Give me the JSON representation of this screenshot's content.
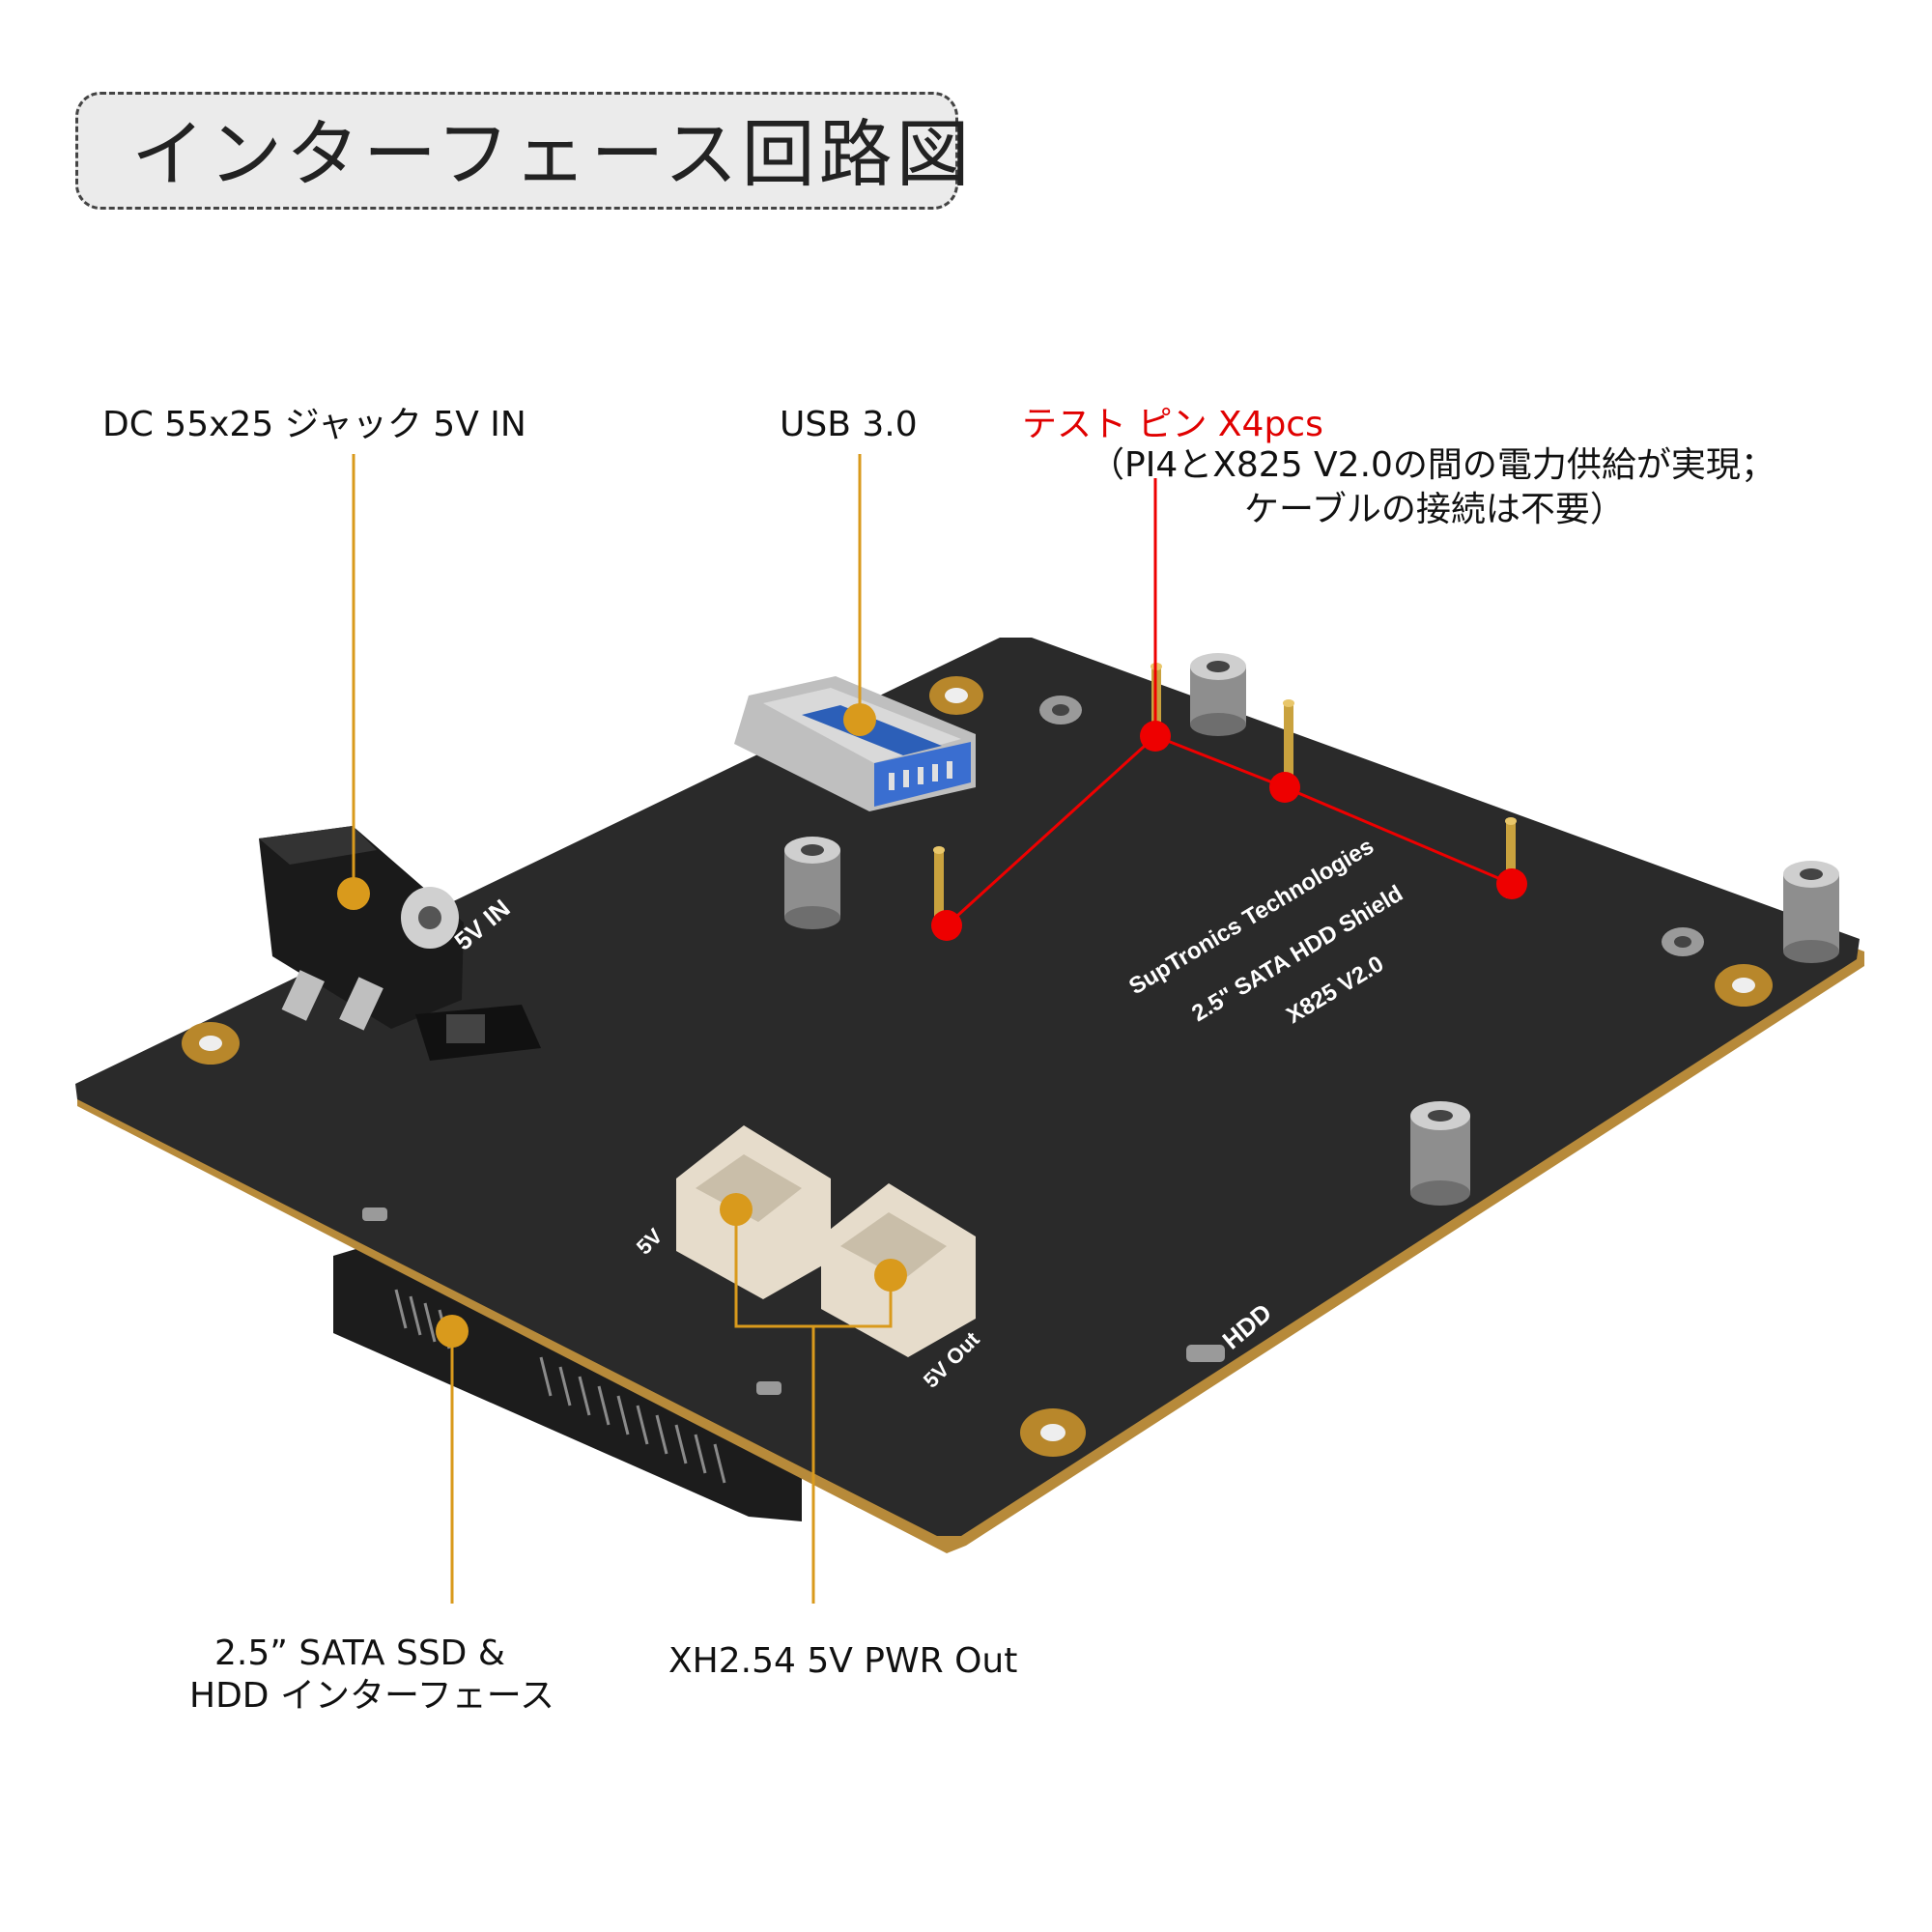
{
  "title": "インターフェース回路図",
  "colors": {
    "callout_gold": "#d99a1c",
    "callout_red": "#ee0000",
    "board": "#2a2a2a",
    "title_bg": "#ebebeb"
  },
  "callouts": {
    "dc_jack": "DC 55x25 ジャック 5V IN",
    "usb": "USB 3.0",
    "test_pin_title": "テスト ピン X4pcs",
    "test_pin_note_line1": "（PI4とX825 V2.0の間の電力供給が実現；",
    "test_pin_note_line2": "ケーブルの接続は不要）",
    "sata_line1": "2.5” SATA SSD &",
    "sata_line2": "HDD インターフェース",
    "xh_power": "XH2.54 5V PWR Out"
  },
  "board_silkscreen": {
    "line1": "SupTronics Technologies",
    "line2": "2.5\" SATA HDD Shield",
    "line3": "X825 V2.0",
    "dc_marker": "5V IN",
    "pwr_left": "5V",
    "pwr_right": "5V Out",
    "hdd": "HDD"
  }
}
